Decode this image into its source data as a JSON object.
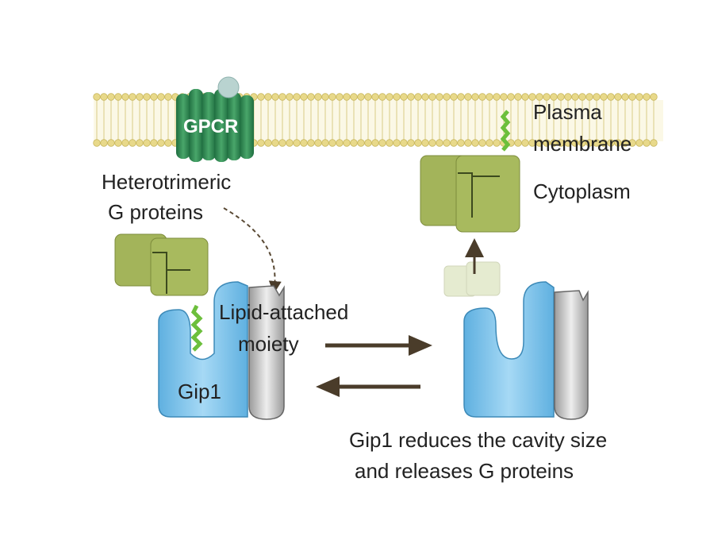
{
  "labels": {
    "gpcr": "GPCR",
    "plasma": "Plasma",
    "membrane": "membrane",
    "cytoplasm": "Cytoplasm",
    "heterotrimeric": "Heterotrimeric",
    "g_proteins": "G proteins",
    "lipid_attached": "Lipid-attached",
    "moiety": "moiety",
    "gip1": "Gip1",
    "caption_line1": "Gip1 reduces the cavity size",
    "caption_line2": "and releases G proteins"
  },
  "colors": {
    "membrane_head": "#e8d98a",
    "gpcr": "#2e8b57",
    "g_protein": "#a3b45a",
    "gip1": "#7fc4ea",
    "grey_domain": "#c8c8c8",
    "lipid": "#7cc242",
    "arrow": "#4a3c2a"
  }
}
